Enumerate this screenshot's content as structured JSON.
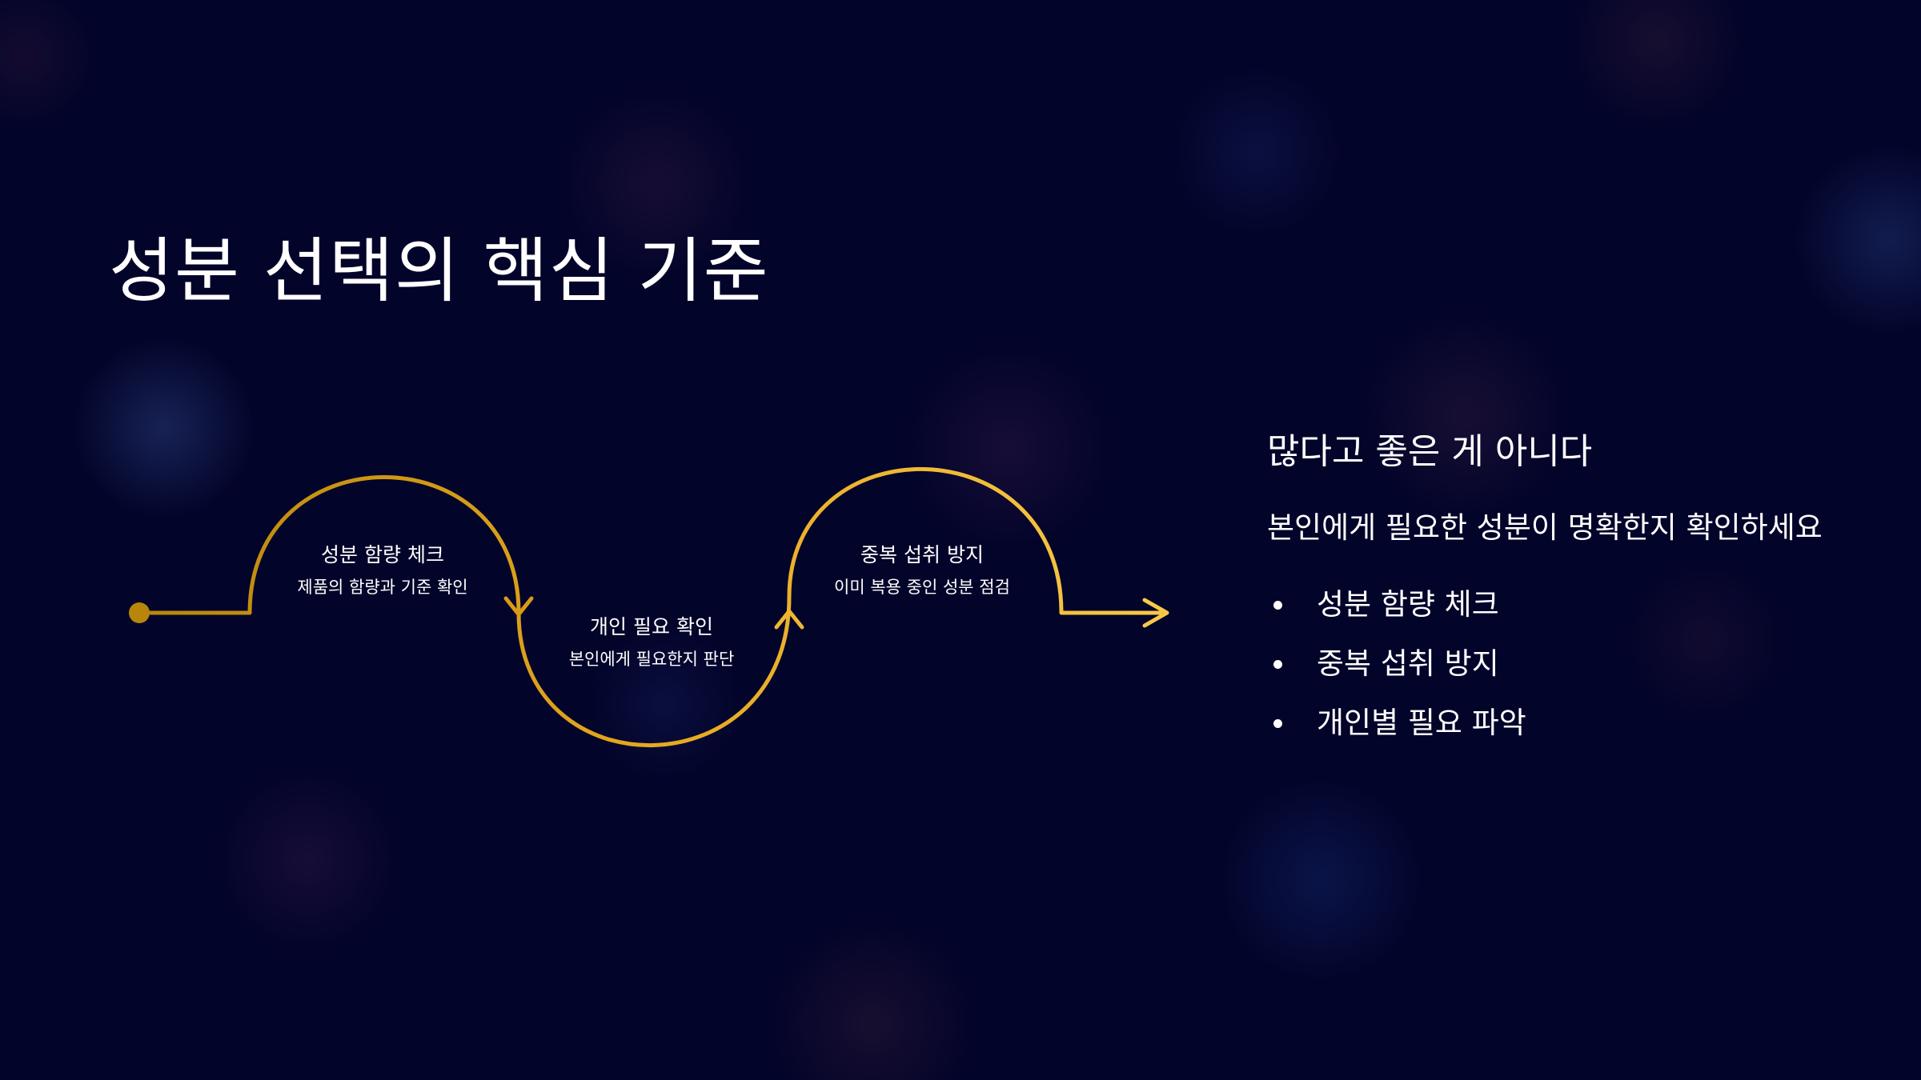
{
  "slide": {
    "title": "성분 선택의 핵심 기준",
    "colors": {
      "background": "#03042a",
      "path_start": "#b8860b",
      "path_end": "#f7c948",
      "text": "#ffffff"
    },
    "flow": {
      "steps": [
        {
          "title": "성분 함량 체크",
          "desc": "제품의 함량과 기준 확인"
        },
        {
          "title": "개인 필요 확인",
          "desc": "본인에게 필요한지 판단"
        },
        {
          "title": "중복 섭취 방지",
          "desc": "이미 복용 중인 성분 점검"
        }
      ],
      "start_icon": "dot-icon",
      "arrow_icon": "arrow-right-icon"
    },
    "panel": {
      "heading": "많다고 좋은 게 아니다",
      "description": "본인에게 필요한 성분이 명확한지 확인하세요",
      "bullets": [
        "성분 함량 체크",
        "중복 섭취 방지",
        "개인별 필요 파악"
      ]
    }
  }
}
